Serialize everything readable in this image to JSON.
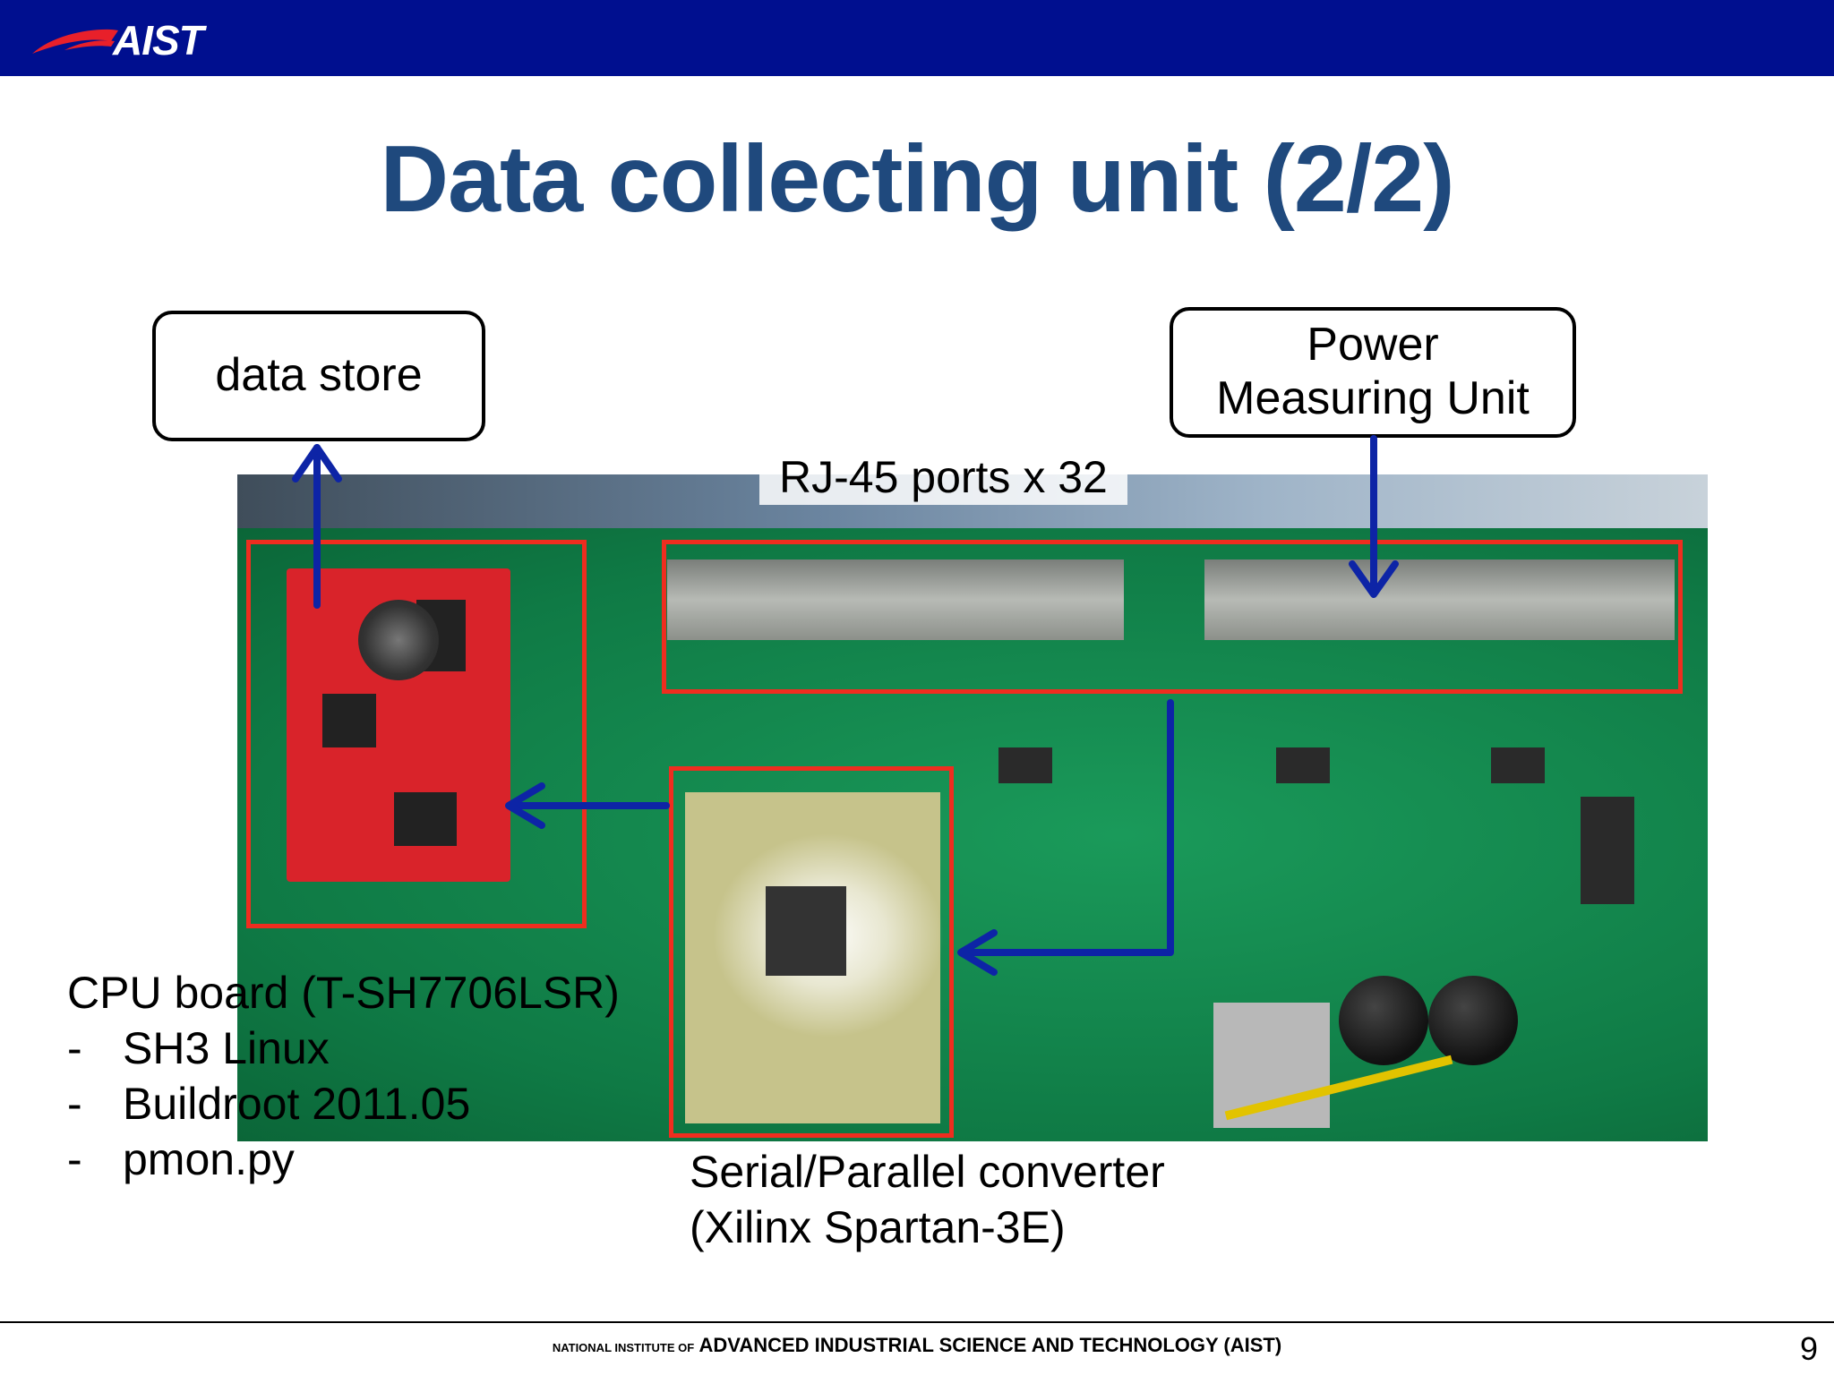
{
  "header": {
    "logo_text": "AIST",
    "bar_color": "#000f8f",
    "logo_swoosh_color": "#e8202a"
  },
  "slide": {
    "title": "Data collecting unit (2/2)",
    "page_number": "9"
  },
  "callouts": {
    "data_store": "data store",
    "power_unit_line1": "Power",
    "power_unit_line2": "Measuring Unit"
  },
  "labels": {
    "rj45": "RJ-45 ports x 32",
    "cpu_board": "CPU board (T-SH7706LSR)",
    "cpu_items": [
      {
        "dash": "-",
        "text": "SH3 Linux"
      },
      {
        "dash": "-",
        "text": "Buildroot 2011.05"
      },
      {
        "dash": "-",
        "text": "pmon.py"
      }
    ],
    "converter_line1": "Serial/Parallel converter",
    "converter_line2": "(Xilinx Spartan-3E)"
  },
  "footer": {
    "prefix": "NATIONAL INSTITUTE OF",
    "main": "ADVANCED INDUSTRIAL SCIENCE AND TECHNOLOGY (AIST)"
  },
  "colors": {
    "title": "#1f497d",
    "highlight_box": "#ef2d1f",
    "arrow": "#0d24a6"
  },
  "icons": [
    "aist-logo",
    "arrow-up-icon",
    "arrow-down-icon",
    "arrow-left-icon"
  ]
}
